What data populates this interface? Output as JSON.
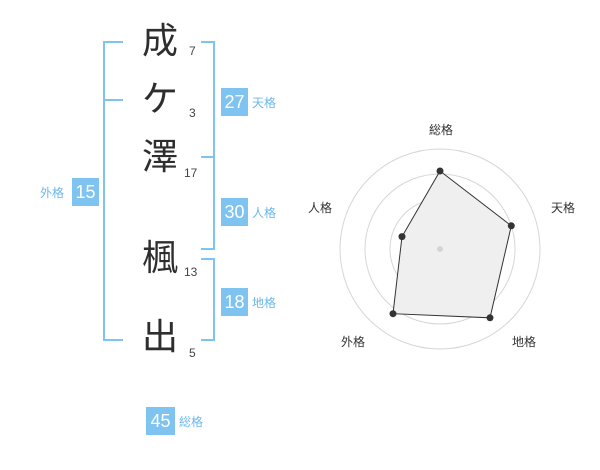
{
  "name": {
    "characters": [
      {
        "char": "成",
        "strokes": "7"
      },
      {
        "char": "ケ",
        "strokes": "3"
      },
      {
        "char": "澤",
        "strokes": "17"
      },
      {
        "char": "楓",
        "strokes": "13"
      },
      {
        "char": "出",
        "strokes": "5"
      }
    ]
  },
  "fortunes": {
    "tenkaku": {
      "value": "27",
      "label": "天格"
    },
    "jinkaku": {
      "value": "30",
      "label": "人格"
    },
    "chikaku": {
      "value": "18",
      "label": "地格"
    },
    "gaikaku": {
      "value": "15",
      "label": "外格"
    },
    "soukaku": {
      "value": "45",
      "label": "総格"
    }
  },
  "colors": {
    "accent": "#7fc3f1",
    "accent_text": "#6bb8ec"
  },
  "chart_data": {
    "type": "radar",
    "axes": [
      "総格",
      "天格",
      "地格",
      "外格",
      "人格"
    ],
    "values": [
      0.78,
      0.75,
      0.85,
      0.8,
      0.4
    ],
    "max": 1,
    "rings": 4
  }
}
